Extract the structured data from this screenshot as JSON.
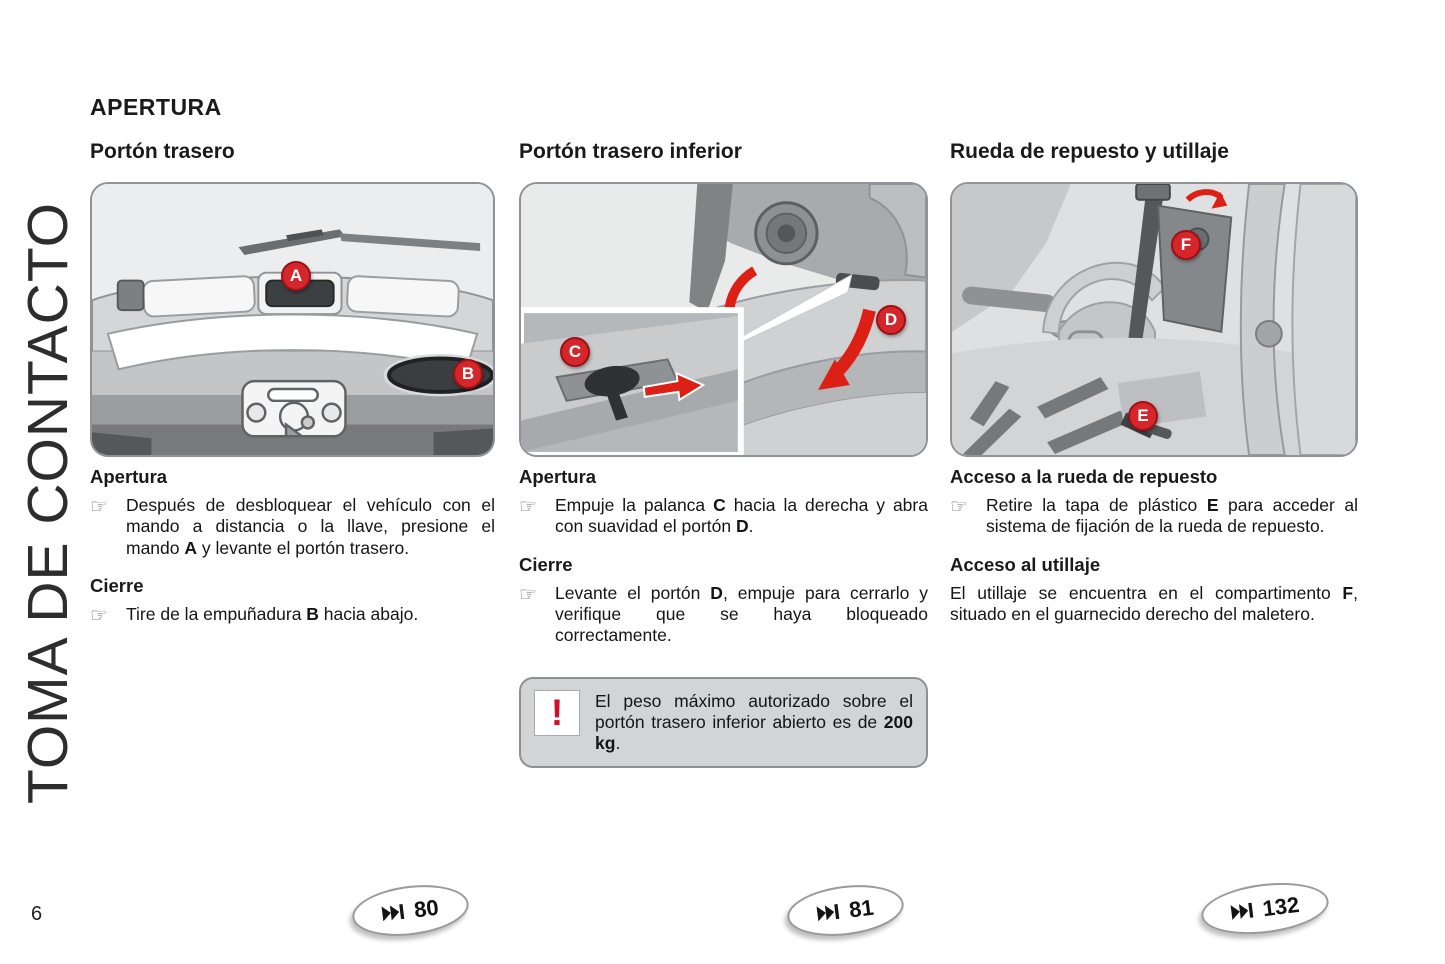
{
  "page": {
    "number": "6",
    "side_label": "TOMA DE CONTACTO",
    "title": "APERTURA"
  },
  "icons": {
    "bullet": "☞",
    "warning": "!"
  },
  "accent_color": "#d4262b",
  "columns": [
    {
      "heading": "Portón trasero",
      "markers": [
        "A",
        "B"
      ],
      "sec1_title": "Apertura",
      "sec1_text": [
        {
          "t": "Después de desbloquear el vehículo con el mando a distancia o la llave, presione el mando "
        },
        {
          "t": "A",
          "b": true
        },
        {
          "t": " y levante el portón trasero."
        }
      ],
      "sec2_title": "Cierre",
      "sec2_text": [
        {
          "t": "Tire de la empuñadura "
        },
        {
          "t": "B",
          "b": true
        },
        {
          "t": " hacia abajo."
        }
      ],
      "page_ref": "80"
    },
    {
      "heading": "Portón trasero inferior",
      "markers": [
        "C",
        "D"
      ],
      "sec1_title": "Apertura",
      "sec1_text": [
        {
          "t": "Empuje la palanca "
        },
        {
          "t": "C",
          "b": true
        },
        {
          "t": " hacia la derecha y abra con suavidad el portón "
        },
        {
          "t": "D",
          "b": true
        },
        {
          "t": "."
        }
      ],
      "sec2_title": "Cierre",
      "sec2_text": [
        {
          "t": "Levante el portón "
        },
        {
          "t": "D",
          "b": true
        },
        {
          "t": ", empuje para cerrarlo y verifique que se haya bloqueado correctamente."
        }
      ],
      "note_text": [
        {
          "t": "El peso máximo autorizado sobre el portón trasero inferior abierto es de "
        },
        {
          "t": "200 kg",
          "b": true
        },
        {
          "t": "."
        }
      ],
      "page_ref": "81"
    },
    {
      "heading": "Rueda de repuesto y utillaje",
      "markers": [
        "F",
        "E"
      ],
      "sec1_title": "Acceso a la rueda de repuesto",
      "sec1_text": [
        {
          "t": "Retire la tapa de plástico "
        },
        {
          "t": "E",
          "b": true
        },
        {
          "t": " para acceder al sistema de fijación de la rueda de repuesto."
        }
      ],
      "sec2_title": "Acceso al utillaje",
      "sec2_text": [
        {
          "t": "El utillaje se encuentra en el compartimento "
        },
        {
          "t": "F",
          "b": true
        },
        {
          "t": ", situado en el guarnecido derecho del maletero."
        }
      ],
      "page_ref": "132"
    }
  ]
}
